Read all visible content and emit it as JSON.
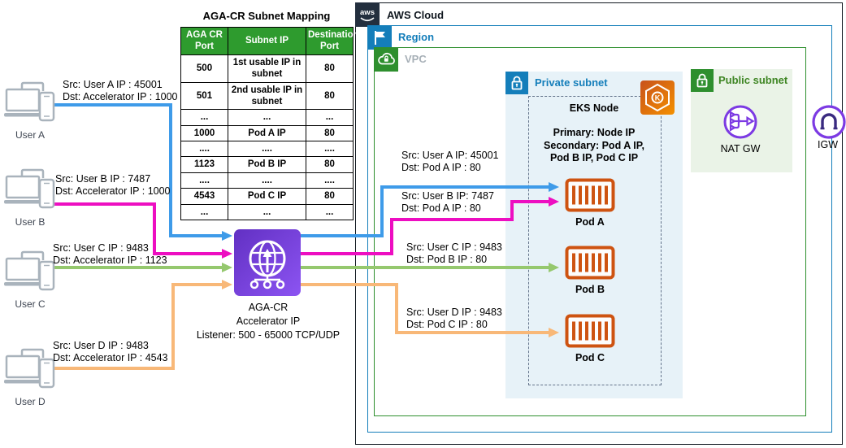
{
  "mapping_table": {
    "title": "AGA-CR Subnet Mapping",
    "headers": [
      "AGA CR Port",
      "Subnet IP",
      "Destination Port"
    ],
    "rows": [
      [
        "500",
        "1st usable IP in subnet",
        "80"
      ],
      [
        "501",
        "2nd usable IP in subnet",
        "80"
      ],
      [
        "...",
        "...",
        "..."
      ],
      [
        "1000",
        "Pod A IP",
        "80"
      ],
      [
        "....",
        "....",
        "...."
      ],
      [
        "1123",
        "Pod B IP",
        "80"
      ],
      [
        "....",
        "....",
        "...."
      ],
      [
        "4543",
        "Pod C IP",
        "80"
      ],
      [
        "...",
        "...",
        "..."
      ]
    ]
  },
  "users": [
    {
      "name": "User A",
      "src": "Src: User A IP : 45001",
      "dst": "Dst: Accelerator IP : 1000"
    },
    {
      "name": "User B",
      "src": "Src: User B IP : 7487",
      "dst": "Dst: Accelerator IP : 1000"
    },
    {
      "name": "User C",
      "src": "Src: User C IP : 9483",
      "dst": "Dst: Accelerator IP : 1123"
    },
    {
      "name": "User D",
      "src": "Src: User D IP : 9483",
      "dst": "Dst: Accelerator IP : 4543"
    }
  ],
  "flows": [
    {
      "src": "Src: User A IP: 45001",
      "dst": "Dst: Pod A IP : 80"
    },
    {
      "src": "Src: User B IP: 7487",
      "dst": "Dst: Pod A IP : 80"
    },
    {
      "src": "Src: User C IP : 9483",
      "dst": "Dst: Pod B IP : 80"
    },
    {
      "src": "Src: User D IP : 9483",
      "dst": "Dst: Pod C IP : 80"
    }
  ],
  "accelerator": {
    "line1": "AGA-CR",
    "line2": "Accelerator IP",
    "line3": "Listener: 500 - 65000 TCP/UDP"
  },
  "aws": {
    "cloud": "AWS Cloud",
    "region": "Region",
    "vpc": "VPC",
    "private_subnet": "Private subnet",
    "public_subnet": "Public subnet",
    "logo_text": "aws"
  },
  "eks": {
    "title": "EKS Node",
    "line1": "Primary: Node IP",
    "line2": "Secondary: Pod A IP,",
    "line3": "Pod B IP, Pod C IP",
    "icon_letter": "K"
  },
  "pods": [
    "Pod A",
    "Pod B",
    "Pod C"
  ],
  "gateways": {
    "nat": "NAT GW",
    "igw": "IGW"
  },
  "colors": {
    "arrow_user_a": "#3E9BE9",
    "arrow_user_b": "#ED0EC1",
    "arrow_user_c": "#95C86E",
    "arrow_user_d": "#F8B878",
    "table_header_bg": "#2E9B2E",
    "aws_dark": "#232F3E",
    "region_blue": "#147EBA",
    "vpc_green": "#2E8F2E",
    "private_subnet_bg": "#E7F2F8",
    "public_subnet_bg": "#EAF3E7",
    "gateway_purple": "#7C3AE3",
    "eks_orange": "#E8731A",
    "pod_orange": "#CE5311",
    "device_gray": "#A9B3BC"
  }
}
